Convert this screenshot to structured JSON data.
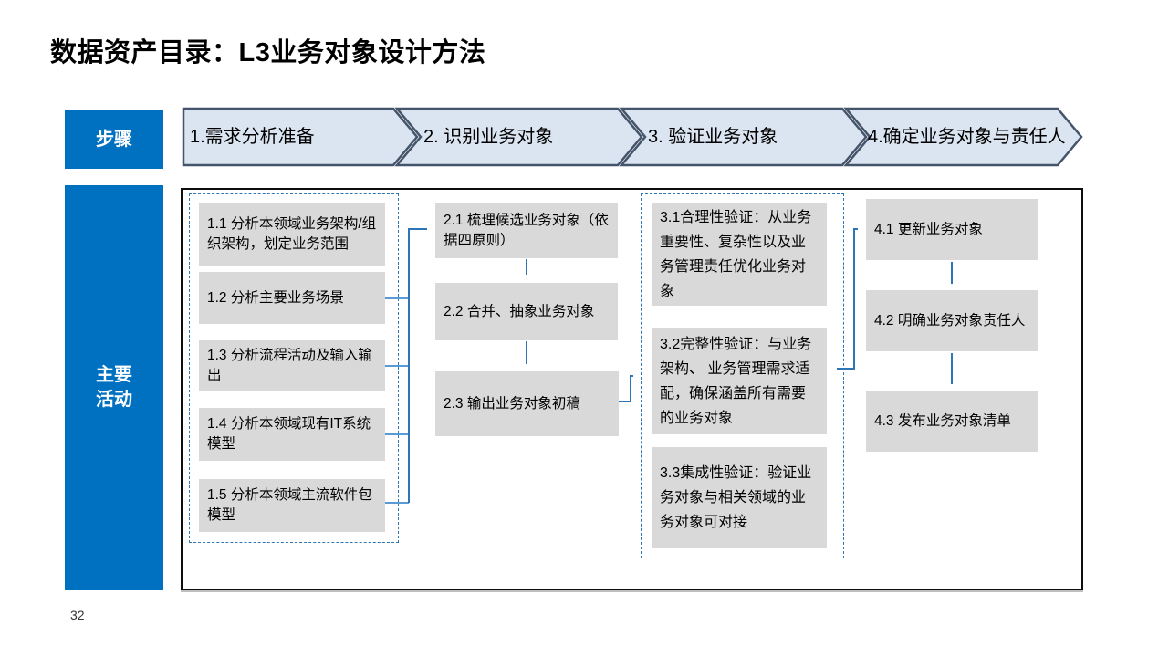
{
  "slide": {
    "title": "数据资产目录：L3业务对象设计方法",
    "page_number": "32"
  },
  "steps_row": {
    "label": "步骤",
    "steps": [
      {
        "label": "1.需求分析准备"
      },
      {
        "label": "2. 识别业务对象"
      },
      {
        "label": "3. 验证业务对象"
      },
      {
        "label": "4.确定业务对象与责任人"
      }
    ]
  },
  "activities": {
    "label": "主要活动",
    "columns": [
      {
        "items": [
          "1.1 分析本领域业务架构/组织架构，划定业务范围",
          "1.2 分析主要业务场景",
          "1.3 分析流程活动及输入输出",
          "1.4 分析本领域现有IT系统模型",
          "1.5 分析本领域主流软件包模型"
        ]
      },
      {
        "items": [
          "2.1 梳理候选业务对象（依据四原则）",
          "2.2  合并、抽象业务对象",
          "2.3 输出业务对象初稿"
        ]
      },
      {
        "items": [
          "3.1合理性验证：从业务重要性、复杂性以及业务管理责任优化业务对象",
          "3.2完整性验证：与业务架构、 业务管理需求适配，确保涵盖所有需要的业务对象",
          "3.3集成性验证：验证业务对象与相关领域的业务对象可对接"
        ]
      },
      {
        "items": [
          "4.1 更新业务对象",
          "4.2 明确业务对象责任人",
          "4.3 发布业务对象清单"
        ]
      }
    ]
  },
  "colors": {
    "accent_blue": "#0070C0",
    "chevron_fill": "#DBE5F1",
    "chevron_border": "#44546A",
    "box_gray": "#D9D9D9",
    "connector_blue": "#2E75B6",
    "connector_light_blue": "#5B9BD5"
  }
}
